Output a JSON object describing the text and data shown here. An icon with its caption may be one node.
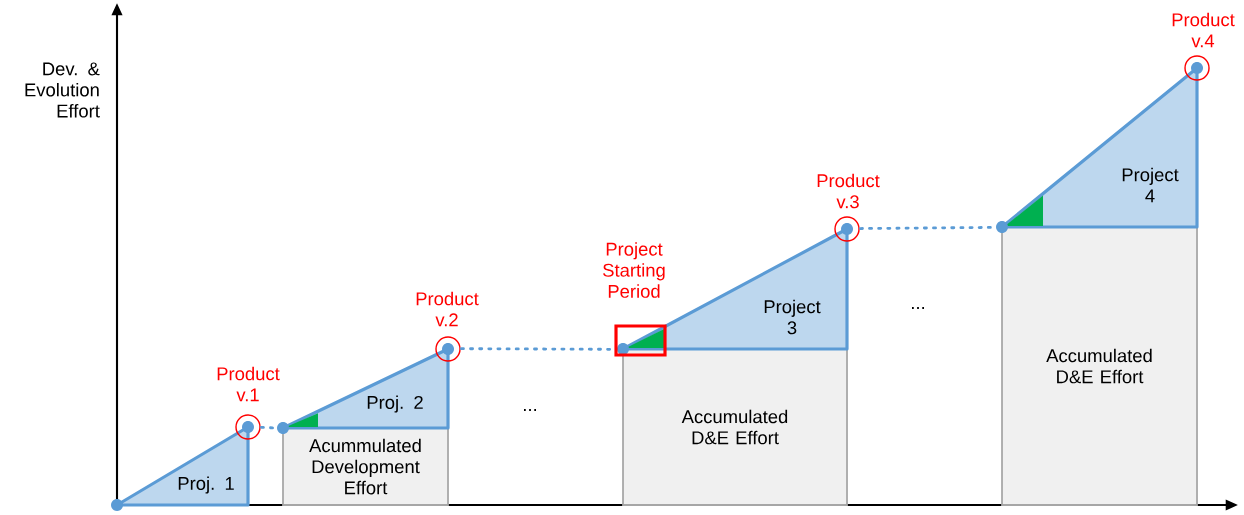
{
  "diagram": {
    "nodes": [
      {
        "text": [
          "Proj. 1"
        ]
      },
      {
        "text": [
          "Proj. 2"
        ]
      },
      {
        "text": [
          "Acummulated Development Effort"
        ]
      },
      {
        "text": [
          "Project 3"
        ]
      },
      {
        "text": [
          "Accumulated D&E Effort"
        ]
      },
      {
        "text": [
          "Project 4"
        ]
      },
      {
        "text": [
          "Accumulated D&E Effort"
        ]
      }
    ],
    "edges": [
      {
        "from": 0,
        "to": 1,
        "arrow": "none",
        "style": "dashed"
      },
      {
        "from": 1,
        "to": 3,
        "arrow": "none",
        "style": "dashed"
      },
      {
        "from": 3,
        "to": 5,
        "arrow": "none",
        "style": "dashed"
      }
    ],
    "labels": [
      "Dev. & Evolution Effort",
      "Product v.1",
      "Product v.2",
      "...",
      "Project Starting Period",
      "Product v.3",
      "...",
      "Product v.4"
    ]
  }
}
